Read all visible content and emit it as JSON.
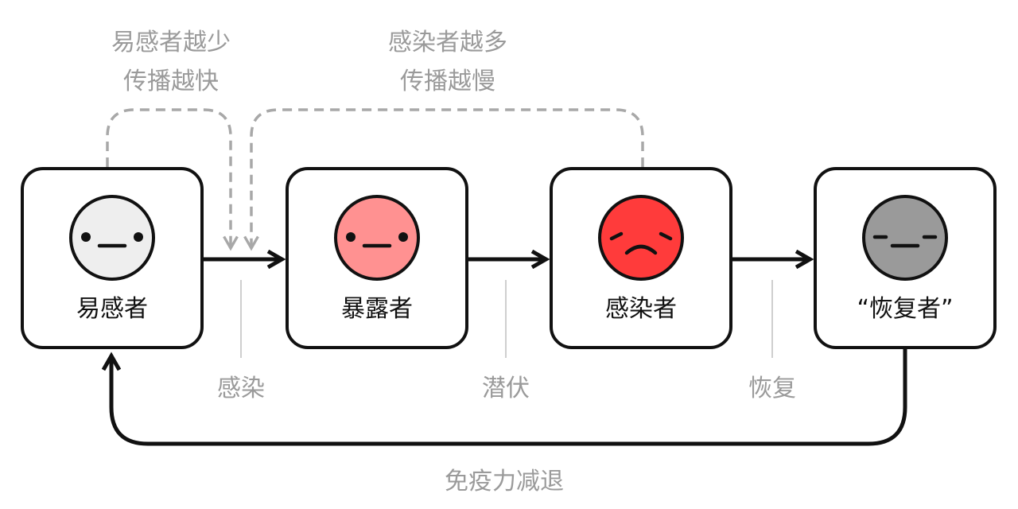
{
  "stages": [
    {
      "label": "易感者",
      "face_color": "#eeeeee",
      "expression": "neutral",
      "icon": "neutral-face-icon"
    },
    {
      "label": "暴露者",
      "face_color": "#ff9191",
      "expression": "neutral",
      "icon": "neutral-face-icon"
    },
    {
      "label": "感染者",
      "face_color": "#ff3b3b",
      "expression": "sad",
      "icon": "sad-face-icon"
    },
    {
      "label": "“恢复者”",
      "face_color": "#9a9a9a",
      "expression": "sleepy",
      "icon": "sleepy-face-icon"
    }
  ],
  "transitions": [
    "感染",
    "潜伏",
    "恢复"
  ],
  "feedback": {
    "susceptible_note": [
      "易感者越少",
      "传播越快"
    ],
    "infected_note": [
      "感染者越多",
      "传播越慢"
    ],
    "loop_label": "免疫力减退"
  },
  "colors": {
    "border": "#111111",
    "annotation": "#9a9a9a",
    "dashed_line": "#a8a8a8"
  }
}
